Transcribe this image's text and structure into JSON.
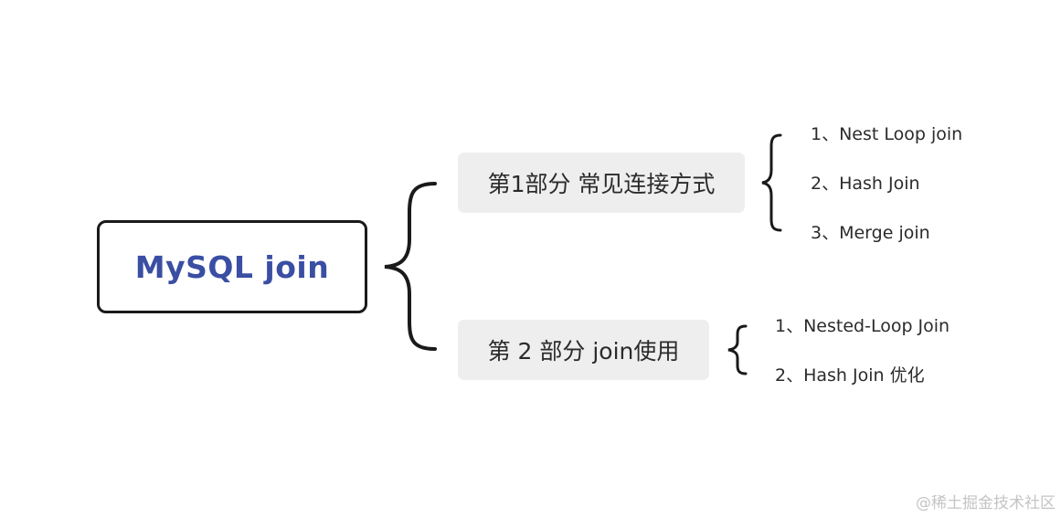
{
  "root": {
    "label": "MySQL join"
  },
  "branches": [
    {
      "label": "第1部分 常见连接方式",
      "children": [
        "1、Nest Loop join",
        "2、Hash Join",
        "3、Merge join"
      ]
    },
    {
      "label": "第 2 部分 join使用",
      "children": [
        "1、Nested-Loop Join",
        "2、Hash Join 优化"
      ]
    }
  ],
  "watermark": "@稀土掘金技术社区",
  "colors": {
    "root_text": "#3a4ea3",
    "root_border": "#1a1a1a",
    "branch_bg": "#eeeeee",
    "connector": "#1a1a1a"
  }
}
